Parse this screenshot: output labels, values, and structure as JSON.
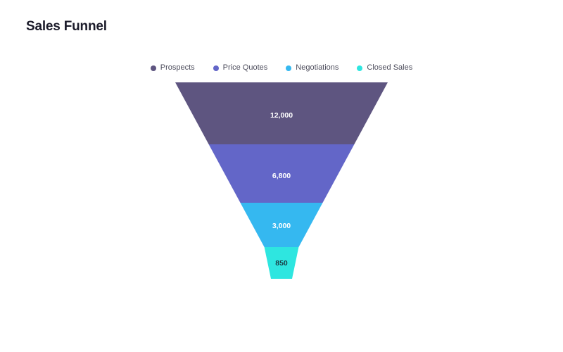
{
  "page": {
    "title": "Sales Funnel",
    "background": "#ffffff"
  },
  "legend": {
    "position": "top-center",
    "items": [
      {
        "label": "Prospects",
        "color": "#5E5580",
        "dot": "legend-dot-prospects"
      },
      {
        "label": "Price Quotes",
        "color": "#6366C8",
        "dot": "legend-dot-price-quotes"
      },
      {
        "label": "Negotiations",
        "color": "#35B8F0",
        "dot": "legend-dot-negotiations"
      },
      {
        "label": "Closed Sales",
        "color": "#2EE6E0",
        "dot": "legend-dot-closed-sales"
      }
    ]
  },
  "funnel": {
    "labels": {
      "prospects": "12,000",
      "price_quotes": "6,800",
      "negotiations": "3,000",
      "closed_sales": "850"
    },
    "label_colors": {
      "prospects": "#ffffff",
      "price_quotes": "#ffffff",
      "negotiations": "#ffffff",
      "closed_sales": "#1b3b44"
    }
  },
  "chart_data": {
    "type": "bar",
    "subtype": "funnel",
    "title": "Sales Funnel",
    "xlabel": "",
    "ylabel": "",
    "orientation": "inverted-triangle",
    "categories": [
      "Prospects",
      "Price Quotes",
      "Negotiations",
      "Closed Sales"
    ],
    "values": [
      12000,
      6800,
      3000,
      850
    ],
    "value_labels": [
      "12,000",
      "6,800",
      "3,000",
      "850"
    ],
    "colors": [
      "#5E5580",
      "#6366C8",
      "#35B8F0",
      "#2EE6E0"
    ],
    "series": [
      {
        "name": "Sales Funnel",
        "values": [
          12000,
          6800,
          3000,
          850
        ]
      }
    ],
    "legend": {
      "position": "top-center",
      "entries": [
        "Prospects",
        "Price Quotes",
        "Negotiations",
        "Closed Sales"
      ]
    },
    "grid": false,
    "axis_visible": false,
    "geometry": {
      "top_y": 117,
      "bottom_y": 396,
      "top_left_x": 249,
      "top_right_x": 551,
      "bottom_left_x": 385,
      "bottom_right_x": 415,
      "segment_boundaries_y": [
        117,
        205,
        288,
        351,
        396
      ]
    }
  }
}
